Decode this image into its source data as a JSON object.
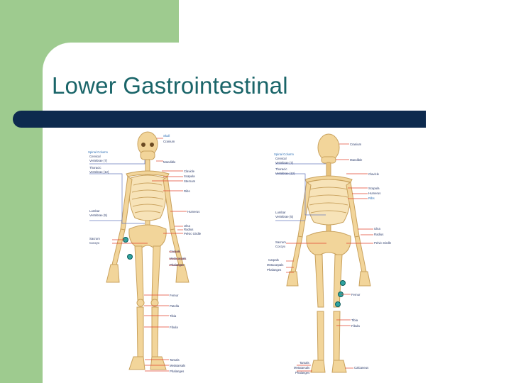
{
  "slide": {
    "title": "Lower Gastrointestinal",
    "colors": {
      "background_corner": "#9ecb8f",
      "title": "#1a6569",
      "rule": "#0d2a4e",
      "bone": "#f2d59a",
      "marker": "#2fa3a0"
    }
  },
  "anterior": {
    "labels": {
      "skull": "Skull",
      "cranium": "Cranium",
      "spinal_column": "Spinal Column",
      "cervical": "Cervical",
      "vertebrae_c": "Vertebrae (7)",
      "mandible": "Mandible",
      "thoracic": "Thoracic",
      "vertebrae_t": "Vertebrae (12)",
      "clavicle": "Clavicle",
      "scapula": "Scapula",
      "sternum": "Sternum",
      "ribs": "Ribs",
      "humerus": "Humerus",
      "lumbar": "Lumbar",
      "vertebrae_l": "Vertebrae (5)",
      "ulna": "Ulna",
      "radius": "Radius",
      "pelvic_girdle": "Pelvic Girdle",
      "sacrum": "Sacrum",
      "coccyx": "Coccyx",
      "carpals": "Carpals",
      "metacarpals": "Metacarpals",
      "phalanges_h": "Phalanges",
      "femur": "Femur",
      "patella": "Patella",
      "tibia": "Tibia",
      "fibula": "Fibula",
      "tarsals": "Tarsals",
      "metatarsals": "Metatarsals",
      "phalanges_f": "Phalanges"
    }
  },
  "posterior": {
    "labels": {
      "cranium": "Cranium",
      "spinal_column": "Spinal Column",
      "cervical": "Cervical",
      "vertebrae_c": "Vertebrae (7)",
      "mandible": "Mandible",
      "thoracic": "Thoracic",
      "vertebrae_t": "Vertebrae (12)",
      "clavicle": "Clavicle",
      "scapula": "Scapula",
      "humerus": "Humerus",
      "ribs": "Ribs",
      "lumbar": "Lumbar",
      "vertebrae_l": "Vertebrae (5)",
      "ulna": "Ulna",
      "radius": "Radius",
      "pelvic_girdle": "Pelvic Girdle",
      "sacrum": "Sacrum",
      "coccyx": "Coccyx",
      "carpals": "Carpals",
      "metacarpals": "Metacarpals",
      "phalanges_h": "Phalanges",
      "femur": "Femur",
      "tibia": "Tibia",
      "fibula": "Fibula",
      "tarsals": "Tarsals",
      "metatarsals": "Metatarsals",
      "phalanges_f": "Phalanges",
      "calcaneus": "Calcaneus"
    }
  }
}
